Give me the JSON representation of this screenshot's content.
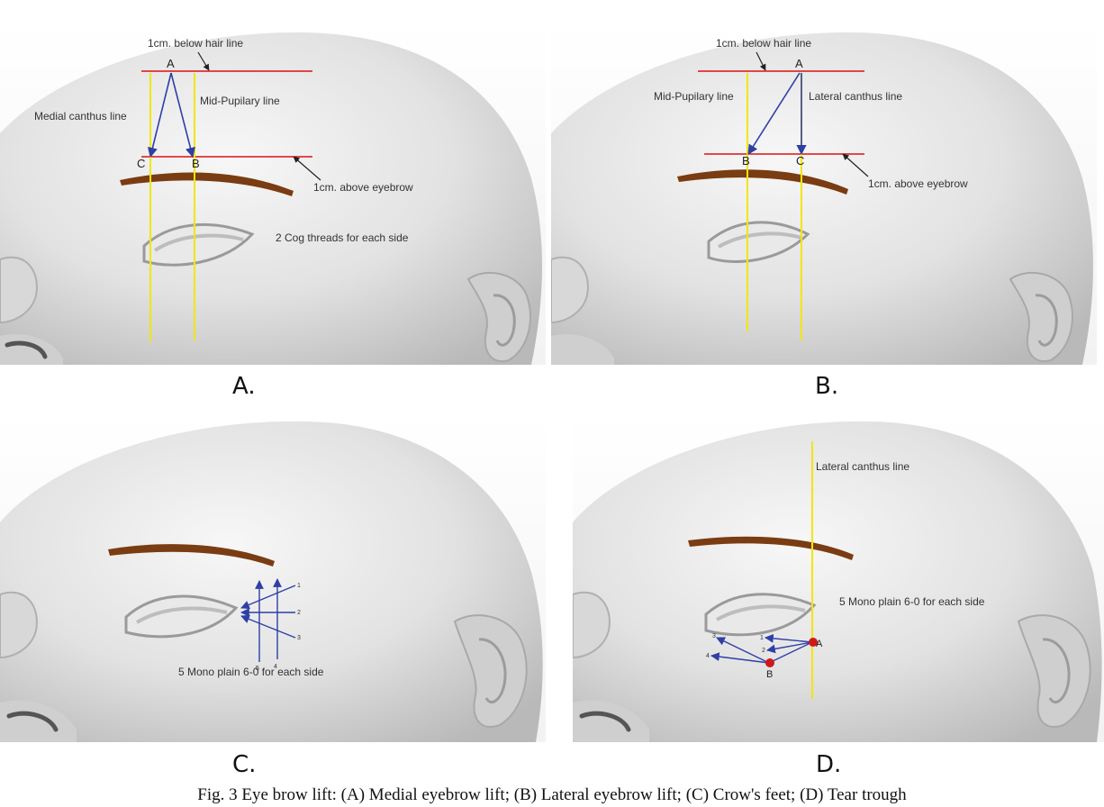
{
  "figure": {
    "caption": "Fig. 3 Eye brow lift: (A) Medial eyebrow lift; (B) Lateral eyebrow lift; (C) Crow's feet; (D) Tear trough",
    "panels": {
      "a": {
        "label": "A.",
        "hairline_label": "1cm. below hair line",
        "medial_canthus_label": "Medial canthus line",
        "mid_pupilary_label": "Mid-Pupilary line",
        "above_eyebrow_label": "1cm. above eyebrow",
        "threads_label": "2 Cog threads for each side",
        "point_a": "A",
        "point_b": "B",
        "point_c": "C"
      },
      "b": {
        "label": "B.",
        "hairline_label": "1cm. below hair line",
        "mid_pupilary_label": "Mid-Pupilary line",
        "lateral_canthus_label": "Lateral canthus line",
        "above_eyebrow_label": "1cm. above eyebrow",
        "point_a": "A",
        "point_b": "B",
        "point_c": "C"
      },
      "c": {
        "label": "C.",
        "threads_label": "5 Mono plain 6-0 for each side",
        "thread_numbers": [
          "1",
          "2",
          "3",
          "4",
          "5"
        ]
      },
      "d": {
        "label": "D.",
        "lateral_canthus_label": "Lateral canthus line",
        "threads_label": "5 Mono plain 6-0 for each side",
        "point_a": "A",
        "point_b": "B",
        "thread_numbers": [
          "1",
          "2",
          "3",
          "4"
        ]
      }
    },
    "colors": {
      "guide_line_yellow": "#f2e600",
      "guide_line_red": "#e01010",
      "arrow_blue": "#2e3fa6",
      "eyebrow_brown": "#7a3c12",
      "point_red": "#d01818"
    }
  }
}
